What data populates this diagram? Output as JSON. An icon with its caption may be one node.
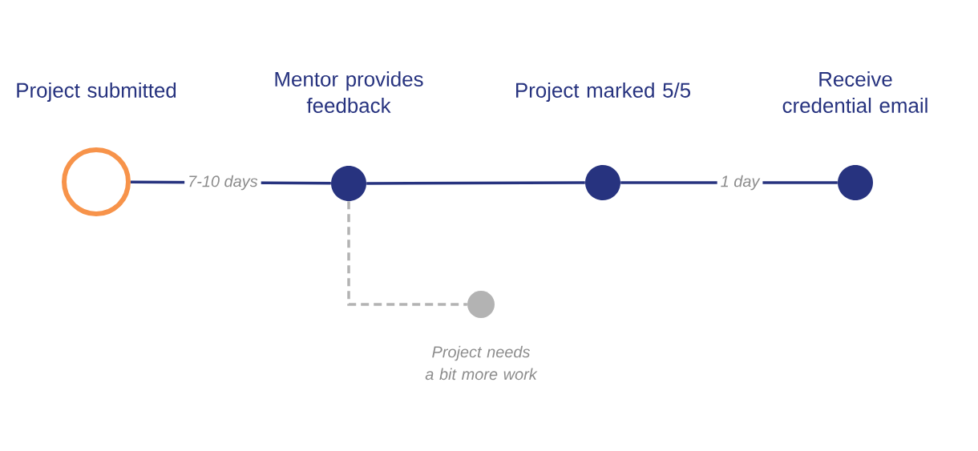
{
  "diagram": {
    "nodes": [
      {
        "text": [
          "Project submitted"
        ]
      },
      {
        "text": [
          "Mentor provides feedback"
        ]
      },
      {
        "text": [
          "Project marked 5/5"
        ]
      },
      {
        "text": [
          "Receive credential email"
        ]
      },
      {
        "text": [
          "Project needs a bit more work"
        ]
      }
    ],
    "edges": [
      {
        "from": 0,
        "to": 1,
        "arrow": "none",
        "label": "7-10 days"
      },
      {
        "from": 1,
        "to": 2,
        "arrow": "none"
      },
      {
        "from": 2,
        "to": 3,
        "arrow": "none",
        "label": "1 day"
      },
      {
        "from": 1,
        "to": 4,
        "arrow": "none",
        "style": "dashed",
        "color": "#b3b3b3"
      }
    ]
  }
}
